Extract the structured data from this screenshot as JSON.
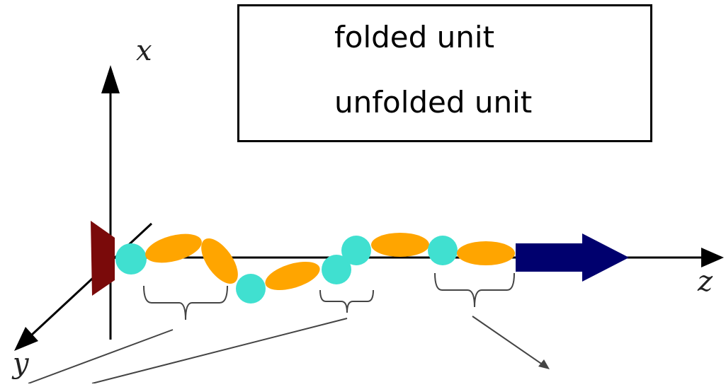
{
  "legend": {
    "folded_label": "folded unit",
    "unfolded_label": "unfolded unit"
  },
  "axes": {
    "x_label": "x",
    "y_label": "y",
    "z_label": "z"
  },
  "colors": {
    "folded": "#40E0D0",
    "unfolded": "#FFA500",
    "force_arrow": "#00006E",
    "anchor": "#7A0A0A",
    "axis": "#000000"
  },
  "chain": [
    "folded",
    "unfolded",
    "unfolded",
    "folded",
    "unfolded",
    "folded",
    "folded",
    "unfolded",
    "folded",
    "unfolded"
  ]
}
